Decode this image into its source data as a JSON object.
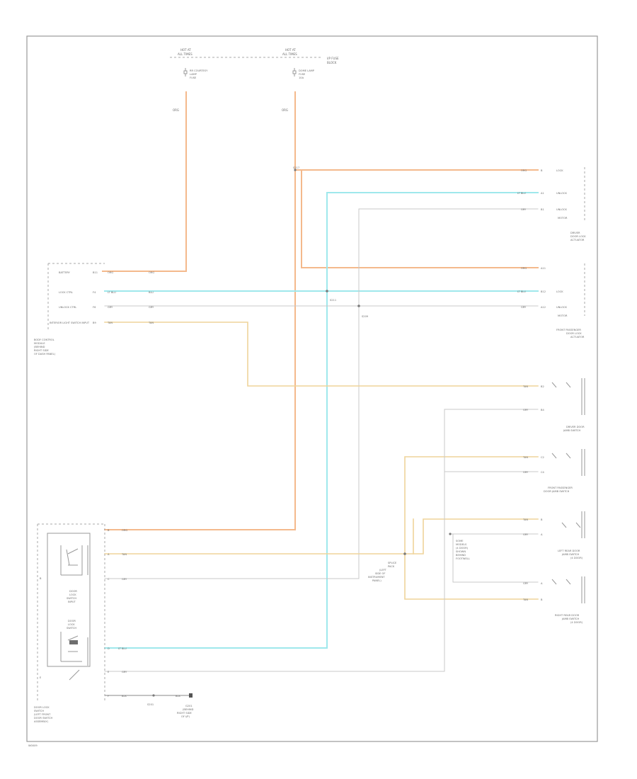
{
  "diagram": {
    "fuse_left": [
      "HOT AT",
      "ALL TIMES"
    ],
    "fuse_right": [
      "HOT AT",
      "ALL TIMES"
    ],
    "fuse_block": [
      "I/P FUSE",
      "BLOCK"
    ],
    "fuse_left_desc": [
      "RR COURTESY",
      "LAMP",
      "FUSE"
    ],
    "fuse_right_desc": [
      "DOME LAMP",
      "FUSE",
      "10A"
    ],
    "wire_org_1": "ORG",
    "wire_org_2": "ORG",
    "splice_s217": "S217",
    "bcm_pins": [
      {
        "name": "BATTERY",
        "pin": "B11",
        "color": "ORG",
        "wire": "ORG"
      },
      {
        "name": "LOCK CTRL",
        "pin": "F4",
        "color": "LT BLU",
        "wire": "BLU"
      },
      {
        "name": "UNLOCK CTRL",
        "pin": "F6",
        "color": "GRY",
        "wire": "GRY"
      },
      {
        "name": "INTERIOR LIGHT SWITCH INPUT",
        "pin": "B9",
        "color": "TAN",
        "wire": "TAN"
      }
    ],
    "bcm_label": [
      "BODY CONTROL",
      "MODULE",
      "(BEHIND",
      "RIGHT SIDE",
      "OF DASH PANEL)"
    ],
    "splice_s211": "S211",
    "splice_s209": "S209",
    "ddl_pins": [
      {
        "color": "ORG",
        "pin": "B",
        "tag": "LOCK"
      },
      {
        "color": "LT BLU",
        "pin": "A1",
        "tag": "UNLOCK"
      },
      {
        "color": "GRY",
        "pin": "B1",
        "tag": "UNLOCK"
      },
      {
        "color": "",
        "pin": "",
        "tag": "MOTOR"
      }
    ],
    "ddl_label": [
      "DRIVER",
      "DOOR LOCK",
      "ACTUATOR"
    ],
    "pdl_pins": [
      {
        "color": "ORG",
        "pin": "A11",
        "tag": ""
      },
      {
        "color": "LT BLU",
        "pin": "B12",
        "tag": "LOCK"
      },
      {
        "color": "GRY",
        "pin": "A12",
        "tag": "UNLOCK"
      },
      {
        "color": "",
        "pin": "",
        "tag": "MOTOR"
      }
    ],
    "pdl_label": [
      "FRONT PASSENGER",
      "DOOR LOCK",
      "ACTUATOR"
    ],
    "dj1_pins": [
      {
        "color": "TAN",
        "pin": "B2"
      },
      {
        "color": "GRY",
        "pin": "B4"
      }
    ],
    "dj1_label": [
      "DRIVER DOOR",
      "JAMB SWITCH"
    ],
    "dj2_pins": [
      {
        "color": "TAN",
        "pin": "C2"
      },
      {
        "color": "GRY",
        "pin": "C4"
      }
    ],
    "dj2_label": [
      "FRONT PASSENGER",
      "DOOR JAMB SWITCH"
    ],
    "dj3_pins": [
      {
        "color": "TAN",
        "pin": "B"
      },
      {
        "color": "GRY",
        "pin": "A"
      }
    ],
    "dj3_label": [
      "LEFT REAR DOOR",
      "JAMB SWITCH",
      "(4 DOOR)"
    ],
    "dj4_pins": [
      {
        "color": "GRY",
        "pin": "A"
      },
      {
        "color": "TAN",
        "pin": "B"
      }
    ],
    "dj4_label": [
      "RIGHT REAR DOOR",
      "JAMB SWITCH",
      "(4 DOOR)"
    ],
    "splice_center": [
      "SPLICE",
      "PACK",
      "(LEFT",
      "SIDE OF",
      "INSTRUMENT",
      "PANEL)"
    ],
    "note_right": [
      "SOME",
      "MODELS",
      "(4 DOOR)",
      "SHOWN",
      "BEHIND",
      "FOOTWELL"
    ],
    "dlsm_pins": [
      {
        "pin": "B",
        "color": "ORG"
      },
      {
        "pin": "A",
        "color": "TAN"
      },
      {
        "pin": "C",
        "color": "GRY"
      },
      {
        "pin": "D",
        "color": "LT BLU"
      },
      {
        "pin": "E",
        "color": "GRY"
      },
      {
        "pin": "F",
        "color": "BLK"
      }
    ],
    "dlsm_sub1": [
      "DOOR",
      "LOCK",
      "SWITCH",
      "INPUT"
    ],
    "dlsm_sub2": [
      "DOOR",
      "LOCK",
      "SWITCH"
    ],
    "dlsm_label": [
      "DOOR LOCK",
      "SWITCH",
      "(LEFT FRONT",
      "DOOR SWITCH",
      "ASSEMBLY)"
    ],
    "ground_splice": "S201",
    "ground_wire": "BLK",
    "ground_label": [
      "G201",
      "(BEHIND",
      "RIGHT SIDE",
      "OF I/P)"
    ],
    "page_tag": "W0009"
  }
}
